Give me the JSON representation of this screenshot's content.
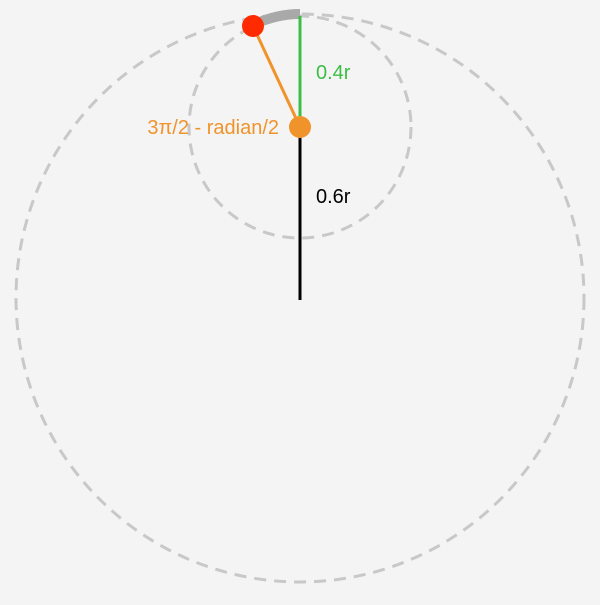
{
  "colors": {
    "background": "#f4f4f4",
    "dashed_circle": "#c8c8c8",
    "arc": "#a9a9a9",
    "green": "#3cbe46",
    "orange": "#f0932b",
    "red": "#ff2a00",
    "black": "#000000"
  },
  "labels": {
    "outer_segment": "0.4r",
    "inner_segment": "0.6r",
    "angle": "3π/2 - radian/2"
  }
}
